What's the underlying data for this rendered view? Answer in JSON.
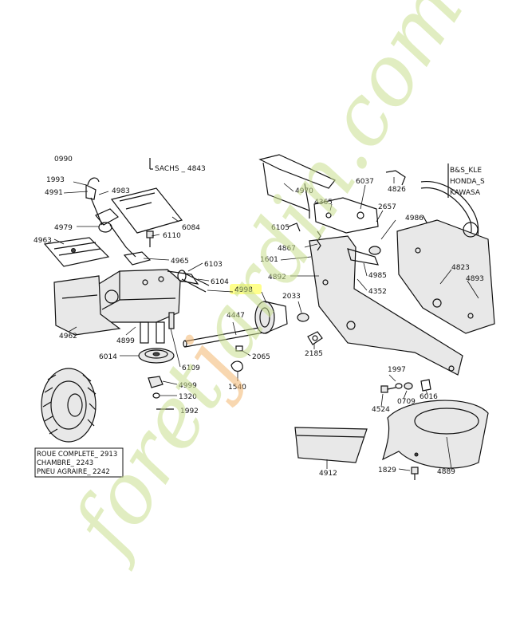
{
  "engine_box": {
    "lines": [
      "B&S_KLE",
      "HONDA_S",
      "KAWASA"
    ]
  },
  "sachs_label": "SACHS _ 4843",
  "legend": {
    "rows": [
      "ROUE COMPLETE_ 2913",
      "CHAMBRE_ 2243",
      "PNEU AGRAIRE_ 2242"
    ]
  },
  "watermark": {
    "text_a": "foret",
    "text_o": "j",
    "text_b": "ardin",
    "text_c": ".com",
    "color": "#c9e08f",
    "accent": "#f4b870"
  },
  "highlight_color": "#ffff66",
  "parts": [
    {
      "id": "p0990",
      "label": "0990"
    },
    {
      "id": "p1993",
      "label": "1993"
    },
    {
      "id": "p4991",
      "label": "4991"
    },
    {
      "id": "p4983",
      "label": "4983"
    },
    {
      "id": "p4979",
      "label": "4979"
    },
    {
      "id": "p4963",
      "label": "4963"
    },
    {
      "id": "p6110",
      "label": "6110"
    },
    {
      "id": "p6084",
      "label": "6084"
    },
    {
      "id": "p4965",
      "label": "4965"
    },
    {
      "id": "p6103",
      "label": "6103"
    },
    {
      "id": "p6104",
      "label": "6104"
    },
    {
      "id": "p4998",
      "label": "4998"
    },
    {
      "id": "p4962",
      "label": "4962"
    },
    {
      "id": "p4899",
      "label": "4899"
    },
    {
      "id": "p6014",
      "label": "6014"
    },
    {
      "id": "p6109",
      "label": "6109"
    },
    {
      "id": "p4999",
      "label": "4999"
    },
    {
      "id": "p1320",
      "label": "1320"
    },
    {
      "id": "p1992",
      "label": "1992"
    },
    {
      "id": "p4447",
      "label": "4447"
    },
    {
      "id": "p2065",
      "label": "2065"
    },
    {
      "id": "p1540",
      "label": "1540"
    },
    {
      "id": "p2033",
      "label": "2033"
    },
    {
      "id": "p2185",
      "label": "2185"
    },
    {
      "id": "p4970",
      "label": "4970"
    },
    {
      "id": "p6037",
      "label": "6037"
    },
    {
      "id": "p4826",
      "label": "4826"
    },
    {
      "id": "p4365",
      "label": "4365"
    },
    {
      "id": "p2657",
      "label": "2657"
    },
    {
      "id": "p4986",
      "label": "4986"
    },
    {
      "id": "p6105",
      "label": "6105"
    },
    {
      "id": "p4867",
      "label": "4867"
    },
    {
      "id": "p1601",
      "label": "1601"
    },
    {
      "id": "p4892",
      "label": "4892"
    },
    {
      "id": "p4985",
      "label": "4985"
    },
    {
      "id": "p4352",
      "label": "4352"
    },
    {
      "id": "p4823",
      "label": "4823"
    },
    {
      "id": "p4893",
      "label": "4893"
    },
    {
      "id": "p1997",
      "label": "1997"
    },
    {
      "id": "p4524",
      "label": "4524"
    },
    {
      "id": "p0709",
      "label": "0709"
    },
    {
      "id": "p6016",
      "label": "6016"
    },
    {
      "id": "p4912",
      "label": "4912"
    },
    {
      "id": "p1829",
      "label": "1829"
    },
    {
      "id": "p4889",
      "label": "4889"
    }
  ]
}
